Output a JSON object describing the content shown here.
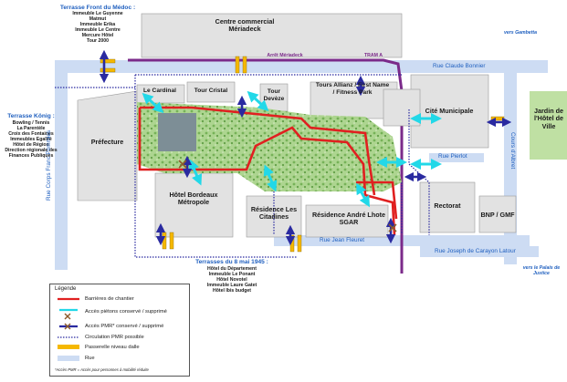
{
  "labels": {
    "front_medoc_title": "Terrasse Front du Médoc :",
    "front_medoc_items": [
      "Immeuble Le Guyenne",
      "Matmut",
      "Immeuble Erika",
      "Immeuble Le Centre",
      "Mercure Hôtel",
      "Tour 2000"
    ],
    "centre_commercial": "Centre commercial Mériadeck",
    "arret": "Arrêt Mériadeck",
    "tram": "TRAM A",
    "vers_gambetta": "vers Gambetta",
    "rue_claude_bonnier": "Rue Claude Bonnier",
    "terrasse_konig_title": "Terrasse König :",
    "terrasse_konig_items": [
      "Bowling / Tennis",
      "La Parentèle",
      "Croix des Fontaines",
      "Immeubles Egalité",
      "Hôtel de Région",
      "Direction régionale des Finances Publiques"
    ],
    "rue_corps_franc": "Rue Corps Franc Pommies",
    "prefecture": "Préfecture",
    "le_cardinal": "Le Cardinal",
    "tour_cristal": "Tour Cristal",
    "tour_deveze": "Tour Devèze",
    "tours_allianz": "Tours Allianz / First Name / Fitness Park",
    "cite_municipale": "Cité Municipale",
    "jardin_hotel_ville": "Jardin de l'Hôtel de Ville",
    "cours_albret": "Cours d'Albret",
    "rue_pierlot": "Rue Pierlot",
    "hotel_bordeaux": "Hôtel Bordeaux Métropole",
    "residence_citadines": "Résidence Les Citadines",
    "residence_andre": "Résidence André Lhote SGAR",
    "rectorat": "Rectorat",
    "bnp_gmf": "BNP / GMF",
    "rue_jean_fleuret": "Rue Jean Fleuret",
    "rue_joseph": "Rue Joseph de Carayon Latour",
    "vers_palais": "vers le Palais de Justice",
    "terrasses_8mai_title": "Terrasses du 8 mai 1945 :",
    "terrasses_8mai_items": [
      "Hôtel du Département",
      "Immeuble Le Ponant",
      "Hôtel Novotel",
      "Immeuble Laure Gatet",
      "Hôtel Ibis budget"
    ]
  },
  "legend": {
    "title": "Légende",
    "items": [
      "Barrières de chantier",
      "Accès piétons conservé / supprimé",
      "Accès PMR* conservé / supprimé",
      "Circulation PMR possible",
      "Passerelle niveau dalle",
      "Rue"
    ],
    "note": "*Accès PMR = Accès pour personnes à mobilité réduite"
  },
  "colors": {
    "barrier": "#e02020",
    "pedestrian_access": "#22d8e8",
    "pmr_access": "#2a2aa0",
    "pmr_circulation": "#2a2aa0",
    "footbridge": "#f5b800",
    "street": "#c9d9f2",
    "tram": "#7b2a8a",
    "garden": "#9fcf7a"
  }
}
